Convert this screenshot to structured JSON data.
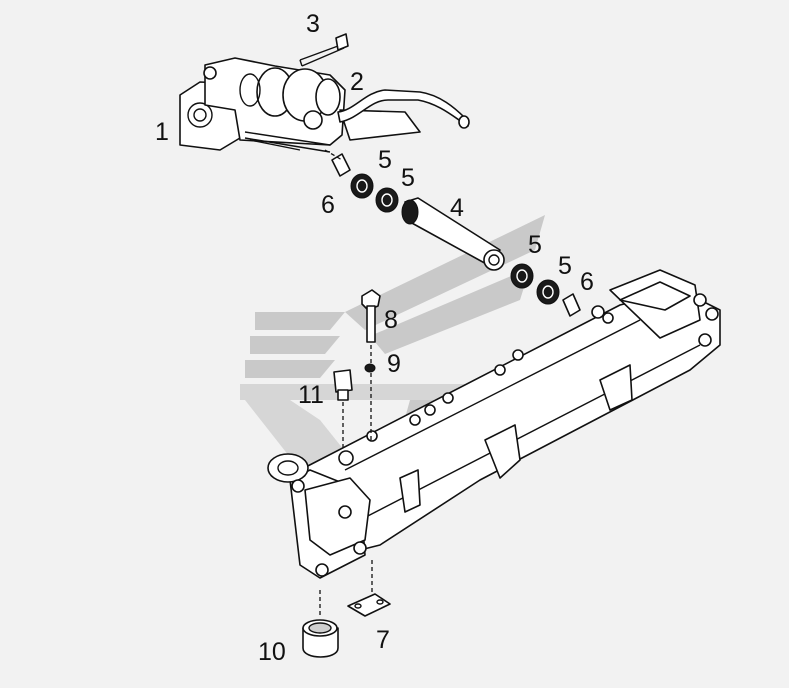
{
  "diagram": {
    "callouts": [
      {
        "id": "1",
        "label": "1"
      },
      {
        "id": "2",
        "label": "2"
      },
      {
        "id": "3",
        "label": "3"
      },
      {
        "id": "4",
        "label": "4"
      },
      {
        "id": "5a",
        "label": "5"
      },
      {
        "id": "5b",
        "label": "5"
      },
      {
        "id": "5c",
        "label": "5"
      },
      {
        "id": "5d",
        "label": "5"
      },
      {
        "id": "6a",
        "label": "6"
      },
      {
        "id": "6b",
        "label": "6"
      },
      {
        "id": "7",
        "label": "7"
      },
      {
        "id": "8",
        "label": "8"
      },
      {
        "id": "9",
        "label": "9"
      },
      {
        "id": "10",
        "label": "10"
      },
      {
        "id": "11",
        "label": "11"
      }
    ]
  },
  "colors": {
    "background": "#f2f2f2",
    "line": "#111111",
    "watermark": "#c9c9c9"
  }
}
